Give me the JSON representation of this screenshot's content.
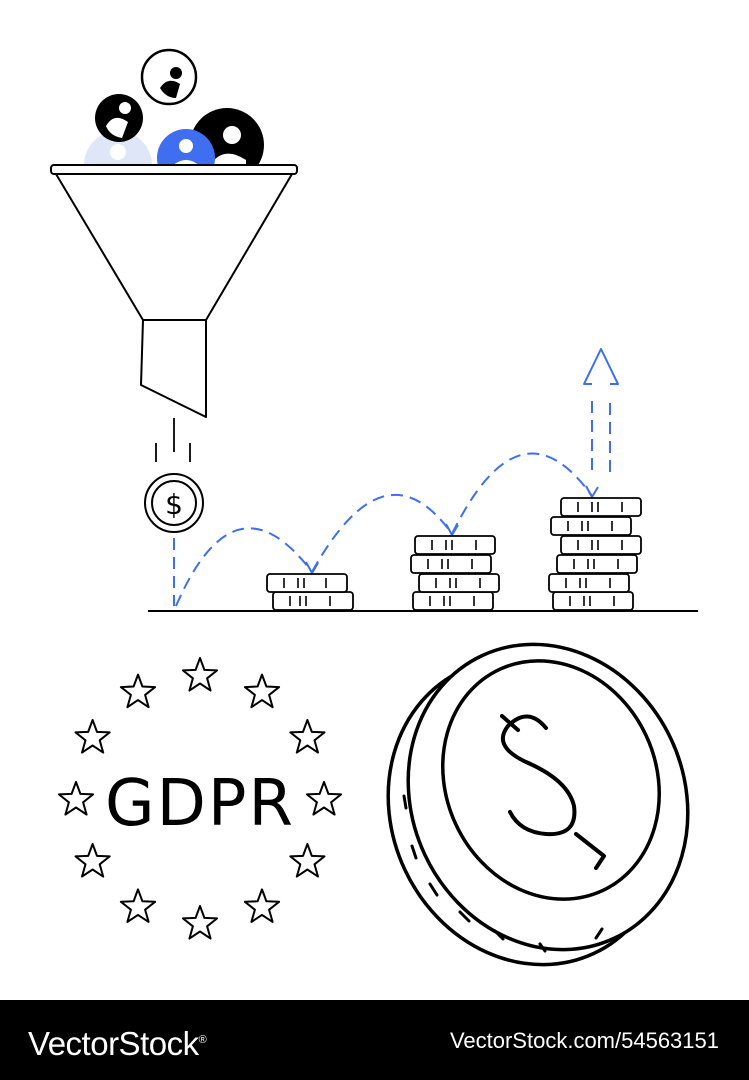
{
  "illustration": {
    "gdpr_label": "GDPR",
    "dollar_symbol": "$",
    "coin_stack_counts": [
      2,
      4,
      6
    ],
    "star_count": 12,
    "colors": {
      "outline": "#000000",
      "accent_blue": "#3f6ff0",
      "light_blue": "#dfe6f7",
      "background": "#ffffff",
      "footer_background": "#000000",
      "footer_text": "#ffffff"
    }
  },
  "footer": {
    "brand": "VectorStock",
    "brand_mark": "®",
    "image_url": "VectorStock.com/54563151"
  }
}
